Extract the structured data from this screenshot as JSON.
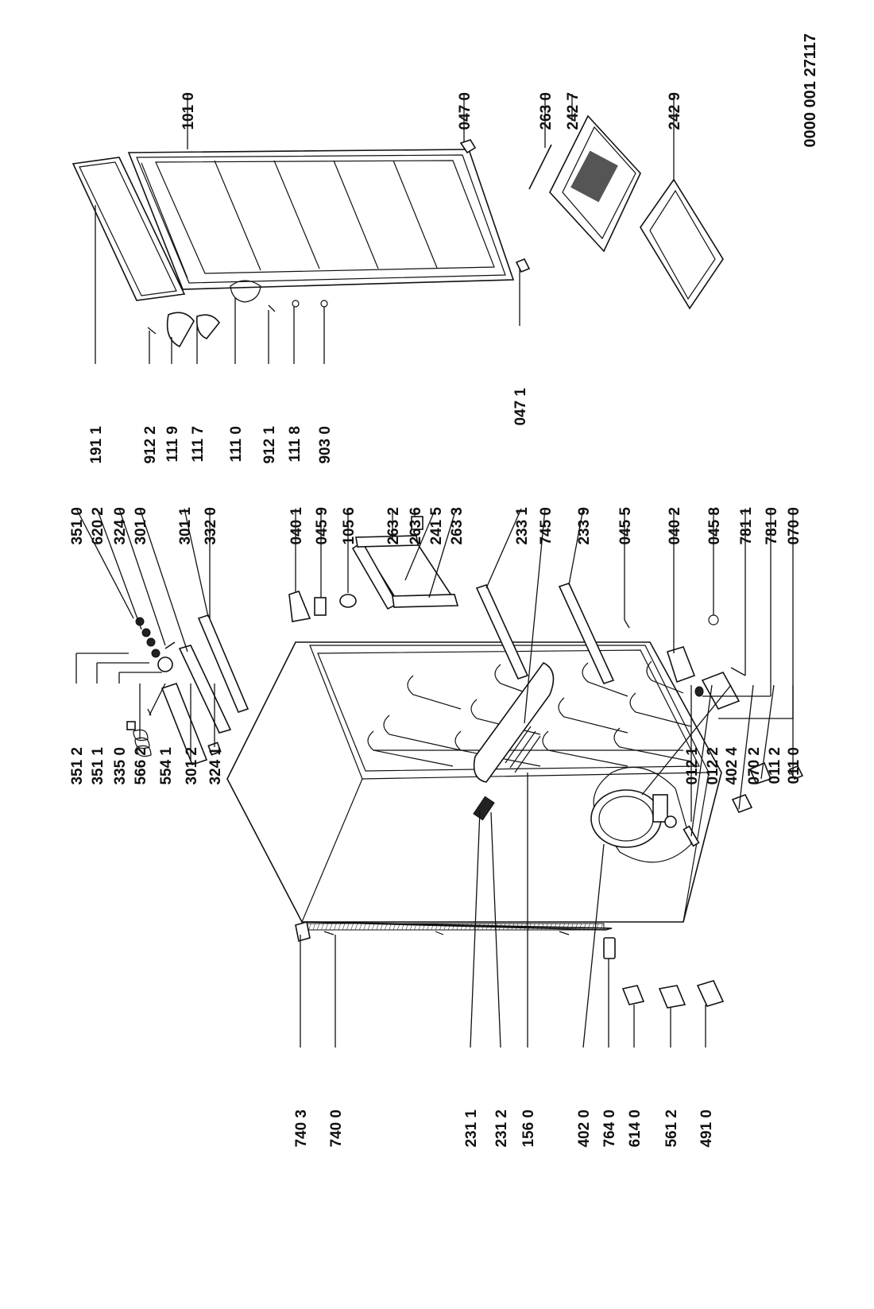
{
  "document_code": "0000 001 27117",
  "labels": {
    "p1010": "101 0",
    "p0470": "047 0",
    "p2630": "263 0",
    "p2427": "242 7",
    "p2429": "242 9",
    "p1911": "191 1",
    "p9122": "912 2",
    "p1119": "111 9",
    "p1117": "111 7",
    "p1110": "111 0",
    "p9121": "912 1",
    "p1118": "111 8",
    "p9030": "903 0",
    "p0471": "047 1",
    "p3510": "351 0",
    "p6202": "620 2",
    "p3240": "324 0",
    "p3010": "301 0",
    "p3011": "301 1",
    "p3320": "332 0",
    "p0401": "040 1",
    "p0459": "045 9",
    "p1056": "105 6",
    "p2632": "263 2",
    "p2636": "263 6",
    "p2415": "241 5",
    "p2633": "263 3",
    "p2331": "233 1",
    "p7450": "745 0",
    "p2339": "233 9",
    "p0455": "045 5",
    "p0402": "040 2",
    "p0458": "045 8",
    "p7811": "781 1",
    "p7810": "781 0",
    "p0700": "070 0",
    "p3512": "351 2",
    "p3511": "351 1",
    "p3350": "335 0",
    "p5662": "566 2",
    "p5541": "554 1",
    "p3012": "301 2",
    "p3241": "324 1",
    "p0121": "012 1",
    "p0122": "012 2",
    "p4024": "402 4",
    "p0702": "070 2",
    "p0112": "011 2",
    "p0110": "011 0",
    "p7403": "740 3",
    "p7400": "740 0",
    "p2311": "231 1",
    "p2312": "231 2",
    "p1560": "156 0",
    "p4020": "402 0",
    "p7640": "764 0",
    "p6140": "614 0",
    "p5612": "561 2",
    "p4910": "491 0"
  }
}
